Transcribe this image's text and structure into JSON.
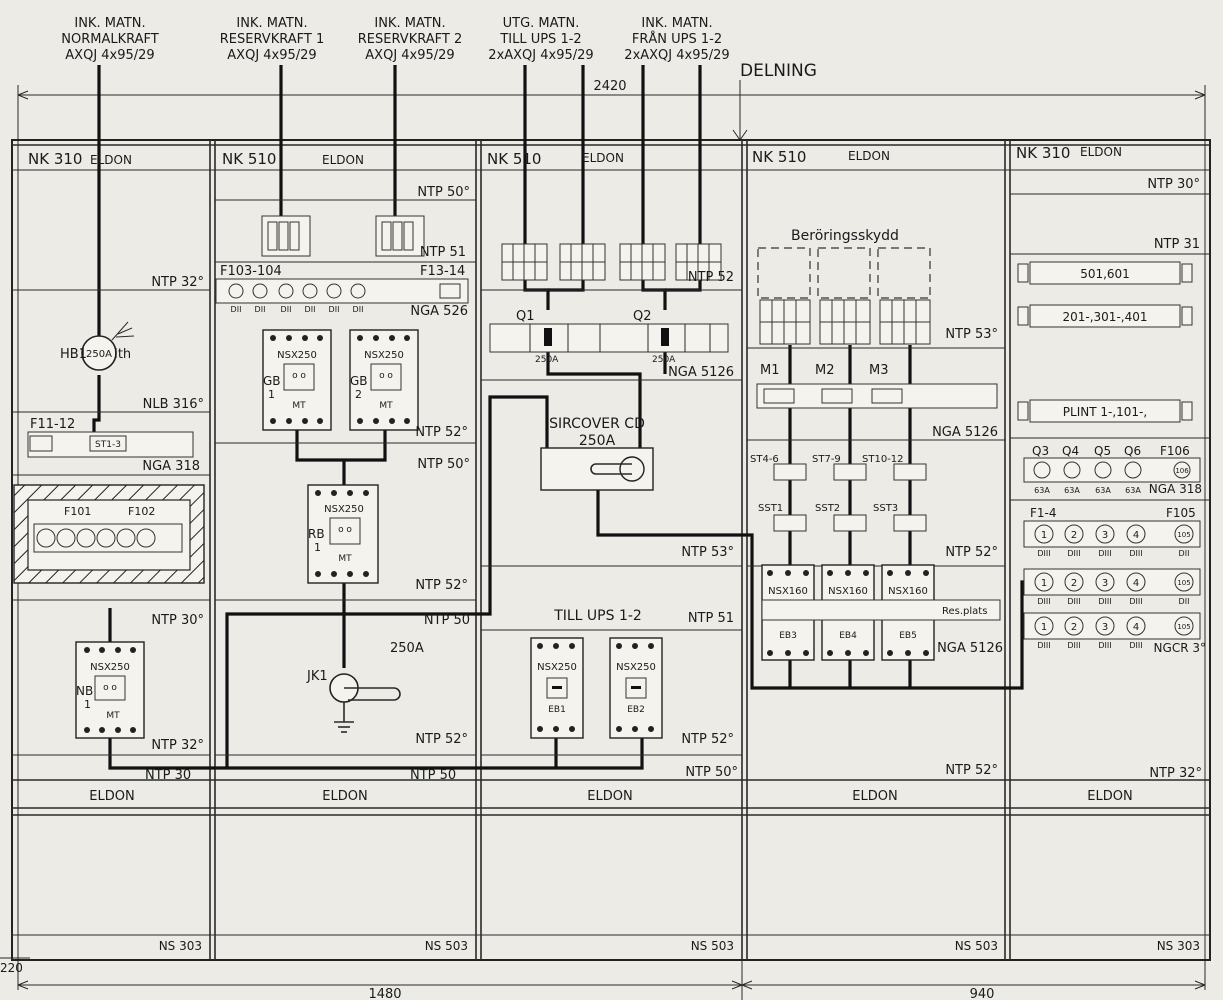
{
  "header": {
    "feeds": [
      {
        "l1": "INK. MATN.",
        "l2": "NORMALKRAFT",
        "l3": "AXQJ 4x95/29"
      },
      {
        "l1": "INK. MATN.",
        "l2": "RESERVKRAFT 1",
        "l3": "AXQJ 4x95/29"
      },
      {
        "l1": "INK. MATN.",
        "l2": "RESERVKRAFT 2",
        "l3": "AXQJ 4x95/29"
      },
      {
        "l1": "UTG. MATN.",
        "l2": "TILL UPS 1-2",
        "l3": "2xAXQJ 4x95/29"
      },
      {
        "l1": "INK. MATN.",
        "l2": "FRÅN UPS 1-2",
        "l3": "2xAXQJ 4x95/29"
      }
    ],
    "delning": "DELNING",
    "dim_total": "2420",
    "dim_left": "1480",
    "dim_right": "940",
    "dim_edge": "220"
  },
  "panels": {
    "p1": {
      "title": "NK 310",
      "eldon": "ELDON",
      "ntp32a": "NTP 32°",
      "nlb": "NLB 316°",
      "f11": "F11-12",
      "st": "ST1-3",
      "nga": "NGA 318",
      "f101": "F101",
      "f102": "F102",
      "ntp30": "NTP 30°",
      "nsx": "NSX250",
      "nb": "NB",
      "nb_n": "1",
      "mt": "MT",
      "ntp32b": "NTP 32°",
      "ntp30b": "NTP 30",
      "hb1": "HB1",
      "hb_amp": "250A",
      "ith": "Ith",
      "bottom": "ELDON",
      "ns": "NS 303"
    },
    "p2": {
      "title": "NK 510",
      "eldon": "ELDON",
      "ntp50": "NTP 50°",
      "ntp51": "NTP 51",
      "f103": "F103-104",
      "f13": "F13-14",
      "nga": "NGA 526",
      "nsx1": "NSX250",
      "gb1": "GB",
      "gb1_n": "1",
      "mt1": "MT",
      "nsx2": "NSX250",
      "gb2": "GB",
      "gb2_n": "2",
      "mt2": "MT",
      "ntp52": "NTP 52°",
      "ntp50b": "NTP 50°",
      "nsx3": "NSX250",
      "rb": "RB",
      "rb_n": "1",
      "mt3": "MT",
      "ntp52b": "NTP 52°",
      "ntp50c": "NTP 50",
      "jk1": "JK1",
      "amp": "250A",
      "ntp52c": "NTP 52°",
      "ntp50d": "NTP 50",
      "bottom": "ELDON",
      "ns": "NS 503",
      "dii": "DII"
    },
    "p3": {
      "title": "NK 510",
      "eldon": "ELDON",
      "q1": "Q1",
      "q2": "Q2",
      "q1a": "250A",
      "q2a": "250A",
      "ntp52": "NTP 52",
      "nga": "NGA 5126",
      "sircover": "SIRCOVER CD",
      "sircover_a": "250A",
      "ntp53": "NTP 53°",
      "till_ups": "TILL UPS 1-2",
      "ntp51": "NTP 51",
      "nsx1": "NSX250",
      "eb1": "EB1",
      "nsx2": "NSX250",
      "eb2": "EB2",
      "ntp52b": "NTP 52°",
      "ntp50": "NTP 50°",
      "bottom": "ELDON",
      "ns": "NS 503"
    },
    "p4": {
      "title": "NK 510",
      "eldon": "ELDON",
      "beror": "Beröringsskydd",
      "ntp53": "NTP 53°",
      "m1": "M1",
      "m2": "M2",
      "m3": "M3",
      "nga": "NGA 5126",
      "st1": "ST4-6",
      "st2": "ST7-9",
      "st3": "ST10-12",
      "sst1": "SST1",
      "sst2": "SST2",
      "sst3": "SST3",
      "ntp52": "NTP 52°",
      "nsx": "NSX160",
      "eb3": "EB3",
      "eb4": "EB4",
      "eb5": "EB5",
      "res": "Res.plats",
      "nga2": "NGA 5126",
      "ntp52b": "NTP 52°",
      "bottom": "ELDON",
      "ns": "NS 503"
    },
    "p5": {
      "title": "NK 310",
      "eldon": "ELDON",
      "ntp30": "NTP 30°",
      "ntp31": "NTP 31",
      "term1": "501,601",
      "term2": "201-,301-,401",
      "term3": "PLINT 1-,101-,",
      "q3": "Q3",
      "q4": "Q4",
      "q5": "Q5",
      "q6": "Q6",
      "f106": "F106",
      "a63": "63A",
      "nga": "NGA 318",
      "f14": "F1-4",
      "f105": "F105",
      "diii": "DIII",
      "dii": "DII",
      "n1": "1",
      "n2": "2",
      "n3": "3",
      "n4": "4",
      "n105": "105",
      "n106": "106",
      "ngcr": "NGCR 3°",
      "ntp32": "NTP 32°",
      "bottom": "ELDON",
      "ns": "NS 303"
    }
  }
}
